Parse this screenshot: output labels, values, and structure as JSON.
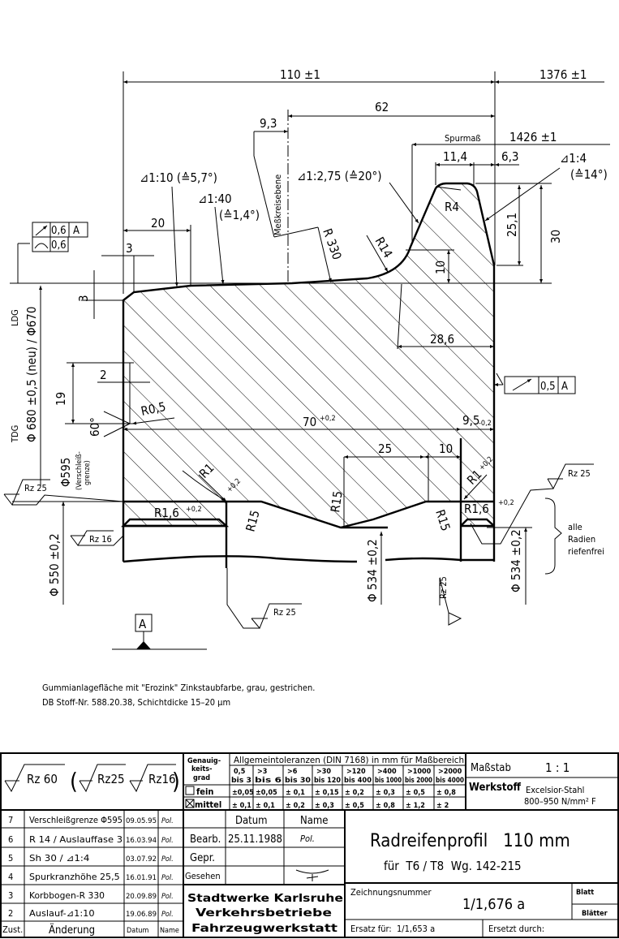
{
  "drawing": {
    "dims": {
      "overall_width": "110 ±1",
      "flange_back": "1376 ±1",
      "d62": "62",
      "d93": "9,3",
      "spurmass_label": "Spurmaß",
      "spurmass_value": "1426 ±1",
      "flange_width": "11,4",
      "d63": "6,3",
      "taper_1_10": "⊿1:10 (≙5,7°)",
      "taper_1_40": "⊿1:40",
      "taper_1_40_deg": "(≙1,4°)",
      "measuring_plane": "Meßkreisebene",
      "taper_1_275": "⊿1:2,75 (≙20°)",
      "taper_1_4": "⊿1:4",
      "taper_1_4_deg": "(≙14°)",
      "r4": "R4",
      "r330": "R 330",
      "r14": "R14",
      "h251": "25,1",
      "h30": "30",
      "h10": "10",
      "d286": "28,6",
      "d20": "20",
      "d3a": "3",
      "d3b": "3",
      "ldg": "LDG",
      "dia680": "Φ 680 ±0,5 (neu) / Φ670",
      "tdg": "TDG",
      "d2": "2",
      "d19": "19",
      "a60": "60°",
      "r05": "R0,5",
      "dia595": "Φ595",
      "wear1": "(Verschleiß-",
      "wear2": "grenze)",
      "dia550": "Φ 550 ±0,2",
      "r16_left": "R1,6",
      "tol02": "+0,2",
      "r1_left": "R1",
      "r15_a": "R15",
      "r15_b": "R15",
      "r15_c": "R15",
      "d70": "70",
      "d70_tol": "+0,2",
      "d25": "25",
      "d10": "10",
      "d95": "9,5",
      "d95_tol": "-0,2",
      "r1_right": "R1",
      "r16_right": "R1,6",
      "dia534_a": "Φ 534 ±0,2",
      "dia534_b": "Φ 534 ±0,2",
      "all_radii_1": "alle",
      "all_radii_2": "Radien",
      "all_radii_3": "riefenfrei"
    },
    "roughness": {
      "rz25": "Rz 25",
      "rz16": "Rz 16"
    },
    "gdt_top": {
      "runout": "0,6",
      "datum": "A",
      "profile": "0,6"
    },
    "gdt_right": {
      "runout": "0,5",
      "datum": "A"
    },
    "datum_label": "A",
    "notes": [
      "Gummianlagefläche mit \"Erozink\" Zinkstaubfarbe, grau, gestrichen.",
      "DB Stoff-Nr. 588.20.38, Schichtdicke 15–20 µm"
    ]
  },
  "title_block": {
    "surface": {
      "main": "Rz 60",
      "a": "Rz25",
      "b": "Rz16"
    },
    "tolerances": {
      "grade_label": [
        "Genauig-",
        "keits-",
        "grad"
      ],
      "title": "Allgemeintoleranzen (DIN 7168) in mm für Maßbereich",
      "ranges": [
        [
          "0,5",
          "bis 3"
        ],
        [
          ">3",
          "bis 6"
        ],
        [
          ">6",
          "bis 30"
        ],
        [
          ">30",
          "bis 120"
        ],
        [
          ">120",
          "bis 400"
        ],
        [
          ">400",
          "bis 1000"
        ],
        [
          ">1000",
          "bis 2000"
        ],
        [
          ">2000",
          "bis 4000"
        ]
      ],
      "fein": {
        "label": "fein",
        "checked": false,
        "values": [
          "±0,05",
          "±0,05",
          "± 0,1",
          "± 0,15",
          "± 0,2",
          "± 0,3",
          "± 0,5",
          "± 0,8"
        ]
      },
      "mittel": {
        "label": "mittel",
        "checked": true,
        "values": [
          "± 0,1",
          "± 0,1",
          "± 0,2",
          "± 0,3",
          "± 0,5",
          "± 0,8",
          "± 1,2",
          "± 2"
        ]
      }
    },
    "scale_label": "Maßstab",
    "scale_value": "1 : 1",
    "material_label": "Werkstoff",
    "material_1": "Excelsior-Stahl",
    "material_2": "800–950 N/mm² F",
    "revisions": [
      {
        "zust": "7",
        "change": "Verschleißgrenze Φ595",
        "date": "09.05.95",
        "name": "Pol."
      },
      {
        "zust": "6",
        "change": "R 14 / Auslauffase 3",
        "date": "16.03.94",
        "name": "Pol."
      },
      {
        "zust": "5",
        "change": "Sh 30 / ⊿1:4",
        "date": "03.07.92",
        "name": "Pol."
      },
      {
        "zust": "4",
        "change": "Spurkranzhöhe 25,5",
        "date": "16.01.91",
        "name": "Pol."
      },
      {
        "zust": "3",
        "change": "Korbbogen-R 330",
        "date": "20.09.89",
        "name": "Pol."
      },
      {
        "zust": "2",
        "change": "Auslauf-⊿1:10",
        "date": "19.06.89",
        "name": "Pol."
      }
    ],
    "rev_headers": {
      "zust": "Zust.",
      "change": "Änderung",
      "date": "Datum",
      "name": "Name"
    },
    "approval": {
      "datum_header": "Datum",
      "name_header": "Name",
      "bearb": "Bearb.",
      "bearb_date": "25.11.1988",
      "bearb_name": "Pol.",
      "gepr": "Gepr.",
      "gesehen": "Gesehen"
    },
    "company": [
      "Stadtwerke Karlsruhe",
      "Verkehrsbetriebe",
      "Fahrzeugwerkstatt"
    ],
    "title": "Radreifenprofil   110 mm",
    "subtitle": "für  T6 / T8  Wg. 142-215",
    "drawing_no_label": "Zeichnungsnummer",
    "drawing_no": "1/1,676 a",
    "sheet_label": "Blatt",
    "sheets_label": "Blätter",
    "replaces": "Ersatz für:  1/1,653 a",
    "replaced_by": "Ersetzt durch:"
  }
}
